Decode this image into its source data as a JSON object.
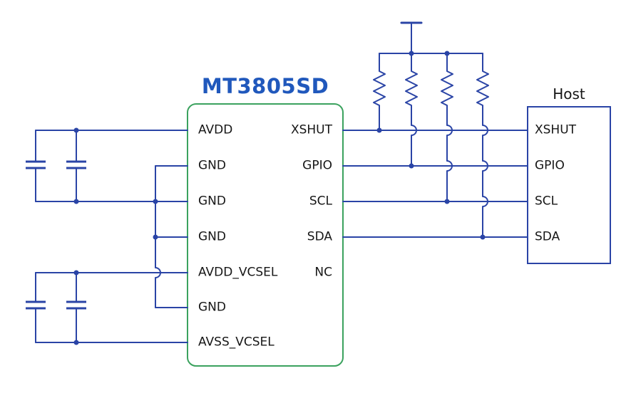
{
  "diagram": {
    "title": "MT3805SD",
    "chip": {
      "left_pins": [
        "AVDD",
        "GND",
        "GND",
        "GND",
        "AVDD_VCSEL",
        "GND",
        "AVSS_VCSEL"
      ],
      "right_pins": [
        "XSHUT",
        "GPIO",
        "SCL",
        "SDA",
        "NC"
      ]
    },
    "host": {
      "label": "Host",
      "pins": [
        "XSHUT",
        "GPIO",
        "SCL",
        "SDA"
      ]
    },
    "symbols": {
      "pullup_resistor_count": 4,
      "capacitor_count": 4,
      "power_symbol": "power-rail-icon"
    },
    "colors": {
      "wire": "#2a44a6",
      "chip_border": "#3ba25e",
      "title": "#2058bc",
      "text": "#161616",
      "background": "#ffffff"
    }
  }
}
